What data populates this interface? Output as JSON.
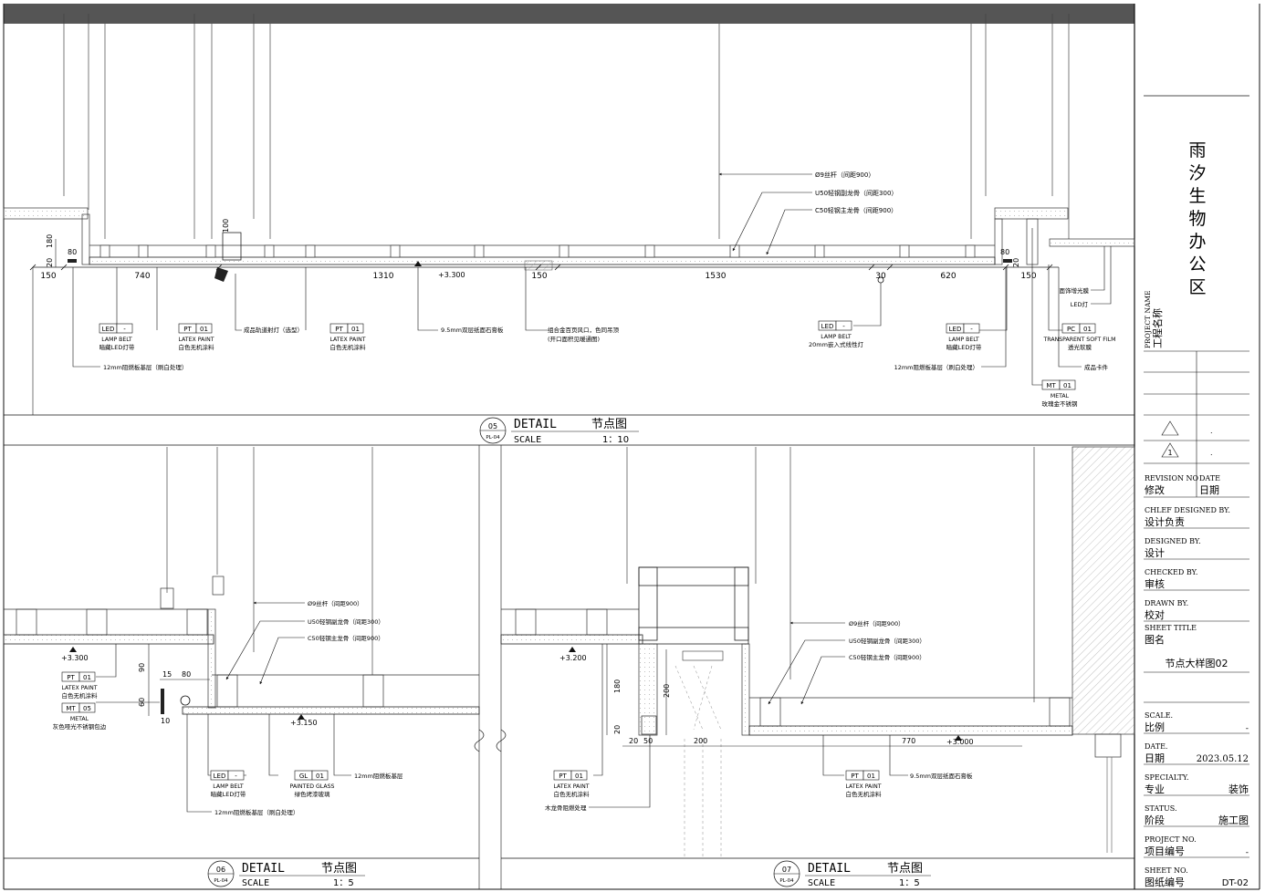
{
  "title_block": {
    "project_name_cn": "雨汐生物办公区",
    "project_name_label_en": "PROJECT NAME",
    "project_name_label_cn": "工程名称",
    "revision_marks": [
      "",
      "1"
    ],
    "revision_dots": [
      ".",
      "."
    ],
    "revision_no_en": "REVISION NO",
    "revision_no_cn": "修改",
    "date_en": "DATE",
    "date_cn": "日期",
    "chief_en": "CHLEF DESIGNED BY.",
    "chief_cn": "设计负责",
    "designed_en": "DESIGNED BY.",
    "designed_cn": "设计",
    "checked_en": "CHECKED BY.",
    "checked_cn": "审核",
    "drawn_en": "DRAWN BY.",
    "drawn_cn": "校对",
    "sheet_title_en": "SHEET TITLE",
    "sheet_title_cn": "图名",
    "sheet_title_value": "节点大样图02",
    "scale_en": "SCALE.",
    "scale_cn": "比例",
    "scale_value": "-",
    "date2_en": "DATE.",
    "date2_cn": "日期",
    "date2_value": "2023.05.12",
    "specialty_en": "SPECIALTY.",
    "specialty_cn": "专业",
    "specialty_value": "装饰",
    "status_en": "STATUS.",
    "status_cn": "阶段",
    "status_value": "施工图",
    "project_no_en": "PROJECT NO.",
    "project_no_cn": "项目编号",
    "project_no_value": "-",
    "sheet_no_en": "SHEET NO.",
    "sheet_no_cn": "图纸编号",
    "sheet_no_value": "DT-02"
  },
  "details": [
    {
      "num": "05",
      "sheet": "PL-04",
      "title_en": "DETAIL",
      "title_cn": "节点图",
      "scale_en": "SCALE",
      "scale_value": "1：10"
    },
    {
      "num": "06",
      "sheet": "PL-04",
      "title_en": "DETAIL",
      "title_cn": "节点图",
      "scale_en": "SCALE",
      "scale_value": "1：5"
    },
    {
      "num": "07",
      "sheet": "PL-04",
      "title_en": "DETAIL",
      "title_cn": "节点图",
      "scale_en": "SCALE",
      "scale_value": "1：5"
    }
  ],
  "d05": {
    "dims": [
      "150",
      "740",
      "1310",
      "150",
      "1530",
      "30",
      "620",
      "150"
    ],
    "small_dims": [
      "20",
      "180",
      "80",
      "100",
      "80",
      "20"
    ],
    "level": "+3.300",
    "notes_right": [
      "Ø9丝杆（间距900）",
      "U50轻钢副龙骨（间距300）",
      "C50轻钢主龙骨（间距900）"
    ],
    "callouts": [
      {
        "code": "LED",
        "no": "-",
        "en": "LAMP BELT",
        "cn": "暗藏LED灯带"
      },
      {
        "code": "PT",
        "no": "01",
        "en": "LATEX PAINT",
        "cn": "白色无机涂料"
      },
      {
        "code": "PT",
        "no": "01",
        "en": "LATEX PAINT",
        "cn": "白色无机涂料"
      },
      {
        "code": "LED",
        "no": "-",
        "en": "LAMP BELT",
        "cn": "20mm嵌入式线性灯"
      },
      {
        "code": "LED",
        "no": "-",
        "en": "LAMP BELT",
        "cn": "暗藏LED灯带"
      },
      {
        "code": "PC",
        "no": "01",
        "en": "TRANSPARENT SOFT FILM",
        "cn": "透光软膜"
      },
      {
        "code": "MT",
        "no": "01",
        "en": "METAL",
        "cn": "玫瑰金不锈钢"
      }
    ],
    "notes": [
      "成品轨道射灯（选型）",
      "9.5mm双层纸面石膏板",
      "组合金百页风口，色同吊顶",
      "(开口面积见暖通图)",
      "12mm阻燃板基层（刷白处理）",
      "12mm阻燃板基层（刷白处理）",
      "面饰增光膜",
      "LED灯",
      "成品卡件"
    ]
  },
  "d06": {
    "level1": "+3.300",
    "level2": "+3.150",
    "dims": [
      "90",
      "60",
      "15",
      "80",
      "10"
    ],
    "notes_right": [
      "Ø9丝杆（间距900）",
      "U50轻钢副龙骨（间距300）",
      "C50轻钢主龙骨（间距900）"
    ],
    "callouts": [
      {
        "code": "PT",
        "no": "01",
        "en": "LATEX PAINT",
        "cn": "白色无机涂料"
      },
      {
        "code": "MT",
        "no": "05",
        "en": "METAL",
        "cn": "灰色哑光不锈钢包边"
      },
      {
        "code": "LED",
        "no": "-",
        "en": "LAMP BELT",
        "cn": "暗藏LED灯带"
      },
      {
        "code": "GL",
        "no": "01",
        "en": "PAINTED GLASS",
        "cn": "绿色烤漆玻璃"
      }
    ],
    "notes": [
      "12mm阻燃板基层",
      "12mm阻燃板基层（刷白处理）"
    ]
  },
  "d07": {
    "level1": "+3.200",
    "level2": "+3.000",
    "dims": [
      "180",
      "200",
      "20",
      "20",
      "50",
      "200",
      "770"
    ],
    "notes_right": [
      "Ø9丝杆（间距900）",
      "U50轻钢副龙骨（间距300）",
      "C50轻钢主龙骨（间距900）"
    ],
    "callouts": [
      {
        "code": "PT",
        "no": "01",
        "en": "LATEX PAINT",
        "cn": "白色无机涂料"
      },
      {
        "code": "PT",
        "no": "01",
        "en": "LATEX PAINT",
        "cn": "白色无机涂料"
      }
    ],
    "notes": [
      "木龙骨阻燃处理",
      "9.5mm双层纸面石膏板"
    ]
  }
}
